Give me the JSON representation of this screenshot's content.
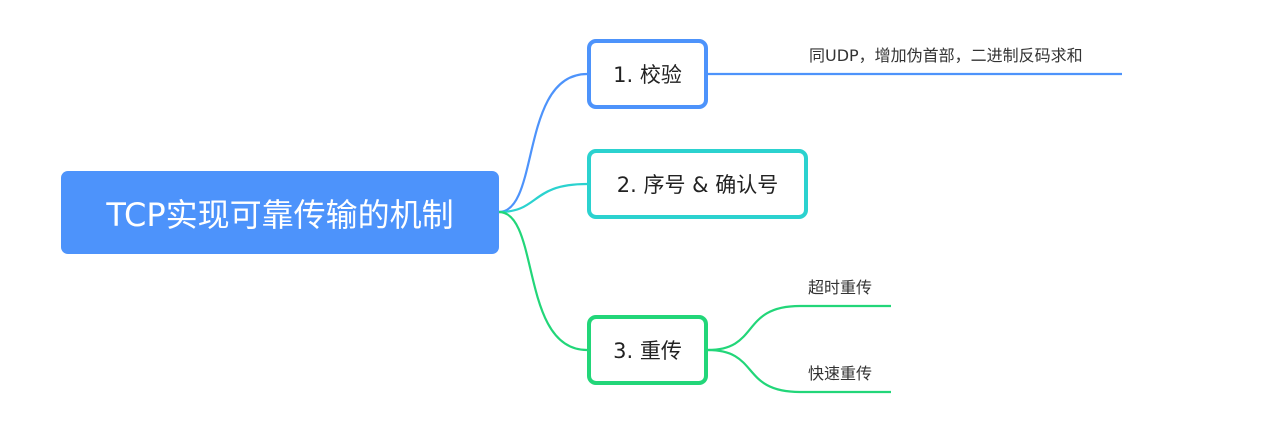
{
  "root": {
    "label": "TCP实现可靠传输的机制"
  },
  "branches": [
    {
      "label": "1. 校验",
      "children": [
        "同UDP，增加伪首部，二进制反码求和"
      ]
    },
    {
      "label": "2. 序号 & 确认号",
      "children": []
    },
    {
      "label": "3. 重传",
      "children": [
        "超时重传",
        "快速重传"
      ]
    }
  ],
  "colors": {
    "root_fill": "#4d93fb",
    "branch1": "#4d93fb",
    "branch2": "#2bd2cf",
    "branch3": "#22d679"
  }
}
